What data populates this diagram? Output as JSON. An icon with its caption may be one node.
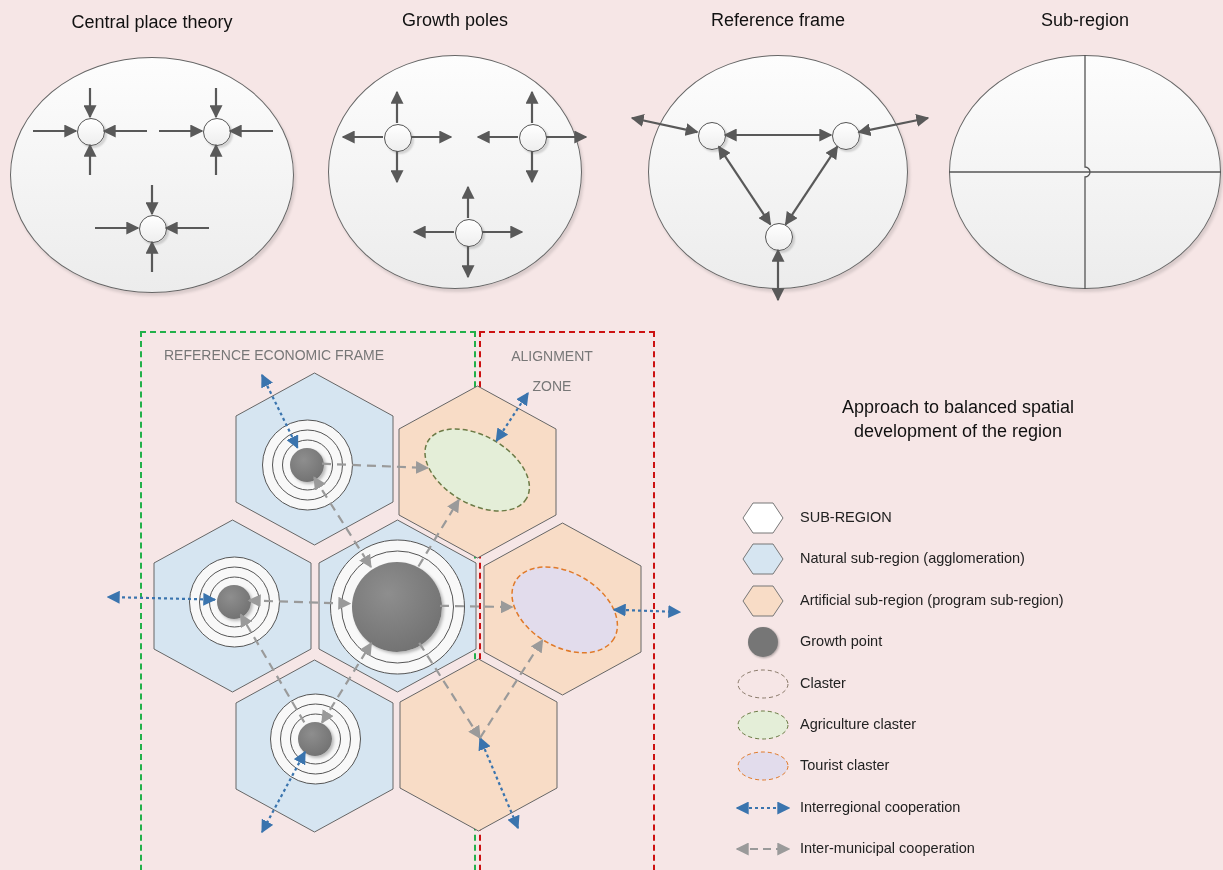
{
  "diagram": {
    "nodes": [
      {
        "text": [
          "Central place theory"
        ]
      },
      {
        "text": [],
        "shape": "circle",
        "in": 0
      },
      {
        "text": [],
        "shape": "circle",
        "in": 0
      },
      {
        "text": [],
        "shape": "circle",
        "in": 0
      },
      {
        "text": [
          "Growth poles"
        ]
      },
      {
        "text": [],
        "shape": "circle",
        "in": 4
      },
      {
        "text": [],
        "shape": "circle",
        "in": 4
      },
      {
        "text": [],
        "shape": "circle",
        "in": 4
      },
      {
        "text": [
          "Reference frame"
        ]
      },
      {
        "text": [],
        "shape": "circle",
        "in": 8
      },
      {
        "text": [],
        "shape": "circle",
        "in": 8
      },
      {
        "text": [],
        "shape": "circle",
        "in": 8
      },
      {
        "text": [
          "Sub-region"
        ]
      },
      {
        "text": [
          "REFERENCE ECONOMIC FRAME"
        ]
      },
      {
        "text": [
          "ALIGNMENT ZONE"
        ]
      },
      {
        "text": [],
        "shape": "hexagon",
        "in": 13
      },
      {
        "text": [],
        "shape": "hexagon"
      },
      {
        "text": [],
        "shape": "hexagon",
        "in": 13
      },
      {
        "text": [],
        "shape": "hexagon",
        "in": 13
      },
      {
        "text": [],
        "shape": "hexagon",
        "in": 14
      },
      {
        "text": [],
        "shape": "hexagon",
        "in": 13
      },
      {
        "text": [],
        "shape": "hexagon"
      },
      {
        "text": [],
        "shape": "circle",
        "in": 15
      },
      {
        "text": [],
        "shape": "ellipse",
        "in": 16
      },
      {
        "text": [],
        "shape": "circle",
        "in": 17
      },
      {
        "text": [],
        "shape": "circle",
        "in": 18
      },
      {
        "text": [],
        "shape": "ellipse",
        "in": 19
      },
      {
        "text": [],
        "shape": "circle",
        "in": 20
      }
    ],
    "edges": [
      {
        "from": null,
        "to": 1,
        "arrow": "to"
      },
      {
        "from": null,
        "to": 1,
        "arrow": "to"
      },
      {
        "from": null,
        "to": 1,
        "arrow": "to"
      },
      {
        "from": null,
        "to": 1,
        "arrow": "to"
      },
      {
        "from": null,
        "to": 2,
        "arrow": "to"
      },
      {
        "from": null,
        "to": 2,
        "arrow": "to"
      },
      {
        "from": null,
        "to": 2,
        "arrow": "to"
      },
      {
        "from": null,
        "to": 2,
        "arrow": "to"
      },
      {
        "from": null,
        "to": 3,
        "arrow": "to"
      },
      {
        "from": null,
        "to": 3,
        "arrow": "to"
      },
      {
        "from": null,
        "to": 3,
        "arrow": "to"
      },
      {
        "from": null,
        "to": 3,
        "arrow": "to"
      },
      {
        "from": 5,
        "to": null,
        "arrow": "to"
      },
      {
        "from": 5,
        "to": null,
        "arrow": "to"
      },
      {
        "from": 5,
        "to": null,
        "arrow": "to"
      },
      {
        "from": 5,
        "to": null,
        "arrow": "to"
      },
      {
        "from": 6,
        "to": null,
        "arrow": "to"
      },
      {
        "from": 6,
        "to": null,
        "arrow": "to"
      },
      {
        "from": 6,
        "to": null,
        "arrow": "to"
      },
      {
        "from": 6,
        "to": null,
        "arrow": "to"
      },
      {
        "from": 7,
        "to": null,
        "arrow": "to"
      },
      {
        "from": 7,
        "to": null,
        "arrow": "to"
      },
      {
        "from": 7,
        "to": null,
        "arrow": "to"
      },
      {
        "from": 7,
        "to": null,
        "arrow": "to"
      },
      {
        "from": 9,
        "to": 10,
        "arrow": "both"
      },
      {
        "from": 9,
        "to": 11,
        "arrow": "both"
      },
      {
        "from": 10,
        "to": 11,
        "arrow": "both"
      },
      {
        "from": 9,
        "to": null,
        "arrow": "both"
      },
      {
        "from": 10,
        "to": null,
        "arrow": "both"
      },
      {
        "from": 11,
        "to": null,
        "arrow": "both"
      },
      {
        "from": 22,
        "to": null,
        "arrow": "both",
        "style": "dashed",
        "color": "#3a74ae"
      },
      {
        "from": 23,
        "to": null,
        "arrow": "both",
        "style": "dashed",
        "color": "#3a74ae"
      },
      {
        "from": 24,
        "to": null,
        "arrow": "both",
        "style": "dashed",
        "color": "#3a74ae"
      },
      {
        "from": 26,
        "to": null,
        "arrow": "both",
        "style": "dashed",
        "color": "#3a74ae"
      },
      {
        "from": 27,
        "to": null,
        "arrow": "both",
        "style": "dashed",
        "color": "#3a74ae"
      },
      {
        "from": 21,
        "to": null,
        "arrow": "both",
        "style": "dashed",
        "color": "#3a74ae"
      },
      {
        "from": 22,
        "to": 23,
        "arrow": "to",
        "style": "dashed",
        "color": "#9a9a9a"
      },
      {
        "from": 25,
        "to": 23,
        "arrow": "to",
        "style": "dashed",
        "color": "#9a9a9a"
      },
      {
        "from": 24,
        "to": 25,
        "arrow": "both",
        "style": "dashed",
        "color": "#9a9a9a"
      },
      {
        "from": 25,
        "to": 26,
        "arrow": "to",
        "style": "dashed",
        "color": "#9a9a9a"
      },
      {
        "from": 22,
        "to": 25,
        "arrow": "both",
        "style": "dashed",
        "color": "#9a9a9a"
      },
      {
        "from": 27,
        "to": 24,
        "arrow": "to",
        "style": "dashed",
        "color": "#9a9a9a"
      },
      {
        "from": 27,
        "to": 25,
        "arrow": "both",
        "style": "dashed",
        "color": "#9a9a9a"
      },
      {
        "from": 25,
        "to": 21,
        "arrow": "to",
        "style": "dashed",
        "color": "#9a9a9a"
      },
      {
        "from": 21,
        "to": 26,
        "arrow": "to",
        "style": "dashed",
        "color": "#9a9a9a"
      }
    ],
    "labels": [
      "Approach to balanced spatial development of the region"
    ],
    "legend": [
      {
        "text": "SUB-REGION"
      },
      {
        "text": "Natural sub-region (agglomeration)",
        "color": "#d6e5f1"
      },
      {
        "text": "Artificial sub-region (program sub-region)",
        "color": "#f8dcc6"
      },
      {
        "text": "Growth point",
        "color": "#767676"
      },
      {
        "text": "Claster"
      },
      {
        "text": "Agriculture claster",
        "color": "#e4eed8"
      },
      {
        "text": "Tourist claster",
        "color": "#e2dcec"
      },
      {
        "text": "Interregional cooperation"
      },
      {
        "text": "Inter-municipal cooperation"
      }
    ]
  }
}
